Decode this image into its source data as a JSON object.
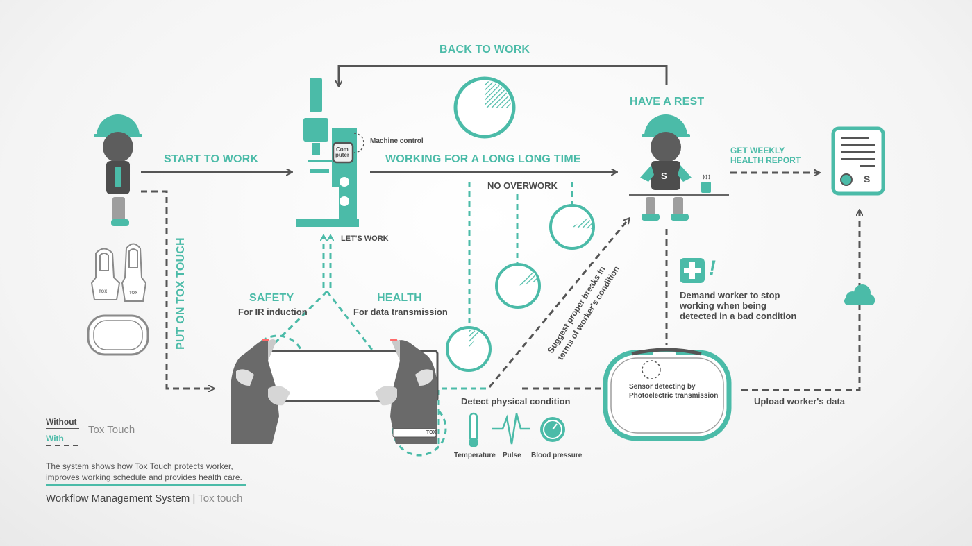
{
  "labels": {
    "back_to_work": "BACK TO WORK",
    "start_to_work": "START TO WORK",
    "working_long": "WORKING FOR A LONG LONG TIME",
    "have_a_rest": "HAVE A REST",
    "get_weekly_1": "GET WEEKLY",
    "get_weekly_2": "HEALTH REPORT",
    "no_overwork": "NO OVERWORK",
    "machine_control": "Machine control",
    "computer_1": "Com",
    "computer_2": "puter",
    "lets_work": "LET'S WORK",
    "put_on": "PUT ON TOX TOUCH",
    "safety": "SAFETY",
    "safety_sub": "For IR induction",
    "health": "HEALTH",
    "health_sub": "For data transmission",
    "suggest_1": "Suggest proper breaks in",
    "suggest_2": "terms of worker's condition",
    "demand_1": "Demand worker to stop",
    "demand_2": "working when being",
    "demand_3": "detected in a bad condition",
    "detect": "Detect physical condition",
    "sensor_1": "Sensor detecting by",
    "sensor_2": "Photoelectric transmission",
    "upload": "Upload worker's data",
    "temperature": "Temperature",
    "pulse": "Pulse",
    "blood_pressure": "Blood pressure",
    "shirt_letter": "S",
    "report_letter": "S",
    "device_label": "TOX",
    "glove_label": "TOX",
    "exclaim": "!"
  },
  "legend": {
    "without": "Without",
    "with": "With",
    "product": "Tox Touch"
  },
  "footer": {
    "description_1": "The system shows how Tox Touch protects worker,",
    "description_2": "improves working schedule and provides health care.",
    "title": "Workflow Management System",
    "separator": "|",
    "subtitle": "Tox touch"
  },
  "colors": {
    "teal": "#4bbba8",
    "gray": "#555555",
    "light_gray": "#9a9a9a"
  }
}
